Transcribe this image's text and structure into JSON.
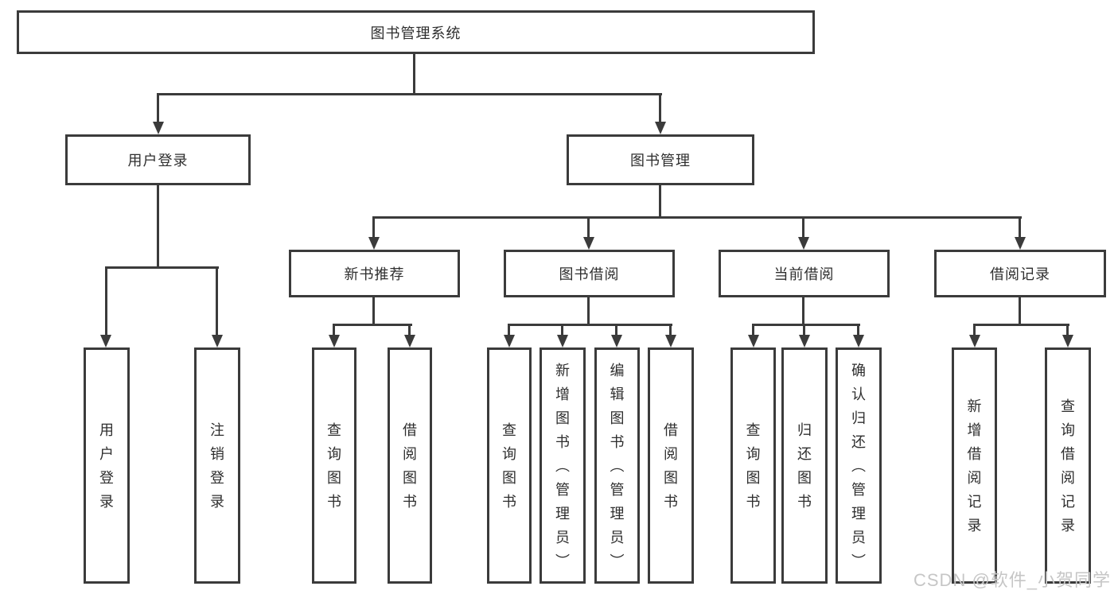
{
  "diagram": {
    "root": {
      "label": "图书管理系统"
    },
    "user_login": {
      "label": "用户登录",
      "children": [
        {
          "label": "用户登录"
        },
        {
          "label": "注销登录"
        }
      ]
    },
    "book_mgmt": {
      "label": "图书管理",
      "modules": [
        {
          "label": "新书推荐",
          "children": [
            {
              "label": "查询图书"
            },
            {
              "label": "借阅图书"
            }
          ]
        },
        {
          "label": "图书借阅",
          "children": [
            {
              "label": "查询图书"
            },
            {
              "label": "新增图书（管理员）"
            },
            {
              "label": "编辑图书（管理员）"
            },
            {
              "label": "借阅图书"
            }
          ]
        },
        {
          "label": "当前借阅",
          "children": [
            {
              "label": "查询图书"
            },
            {
              "label": "归还图书"
            },
            {
              "label": "确认归还（管理员）"
            }
          ]
        },
        {
          "label": "借阅记录",
          "children": [
            {
              "label": "新增借阅记录"
            },
            {
              "label": "查询借阅记录"
            }
          ]
        }
      ]
    }
  },
  "watermark": {
    "text": "CSDN @软件_小贺同学"
  },
  "colors": {
    "line": "#3b3b3b",
    "text": "#2e2e2e",
    "background": "#ffffff",
    "watermark": "#c6c6c6"
  }
}
